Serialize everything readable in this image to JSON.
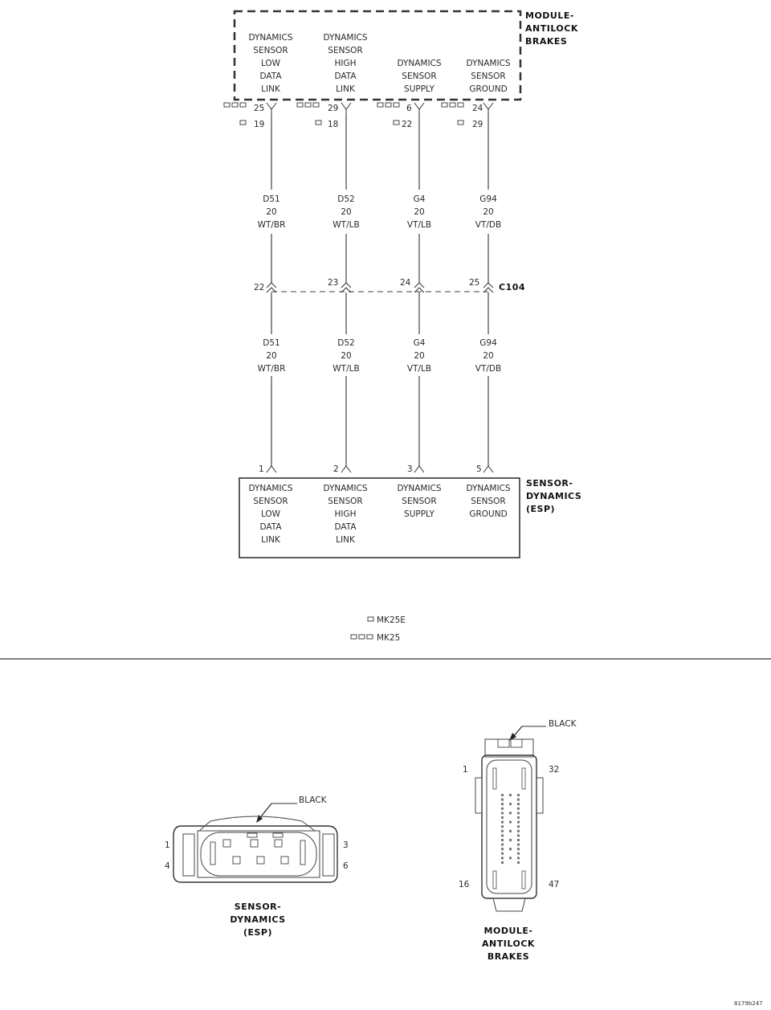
{
  "module": {
    "title": [
      "MODULE-",
      "ANTILOCK",
      "BRAKES"
    ],
    "pins": [
      {
        "label": [
          "DYNAMICS",
          "SENSOR",
          "LOW",
          "DATA",
          "LINK"
        ],
        "cav_mk25": "25",
        "cav_mk25e": "19"
      },
      {
        "label": [
          "DYNAMICS",
          "SENSOR",
          "HIGH",
          "DATA",
          "LINK"
        ],
        "cav_mk25": "29",
        "cav_mk25e": "18"
      },
      {
        "label": [
          "DYNAMICS",
          "SENSOR",
          "SUPPLY"
        ],
        "cav_mk25": "6",
        "cav_mk25e": "22"
      },
      {
        "label": [
          "DYNAMICS",
          "SENSOR",
          "GROUND"
        ],
        "cav_mk25": "24",
        "cav_mk25e": "29"
      }
    ]
  },
  "wires_upper": [
    {
      "circuit": "D51",
      "gauge": "20",
      "color": "WT/BR"
    },
    {
      "circuit": "D52",
      "gauge": "20",
      "color": "WT/LB"
    },
    {
      "circuit": "G4",
      "gauge": "20",
      "color": "VT/LB"
    },
    {
      "circuit": "G94",
      "gauge": "20",
      "color": "VT/DB"
    }
  ],
  "connector_c104": {
    "name": "C104",
    "cavities": [
      "22",
      "23",
      "24",
      "25"
    ]
  },
  "wires_lower": [
    {
      "circuit": "D51",
      "gauge": "20",
      "color": "WT/BR"
    },
    {
      "circuit": "D52",
      "gauge": "20",
      "color": "WT/LB"
    },
    {
      "circuit": "G4",
      "gauge": "20",
      "color": "VT/LB"
    },
    {
      "circuit": "G94",
      "gauge": "20",
      "color": "VT/DB"
    }
  ],
  "sensor": {
    "title": [
      "SENSOR-",
      "DYNAMICS",
      "(ESP)"
    ],
    "pins": [
      {
        "cavity": "1",
        "label": [
          "DYNAMICS",
          "SENSOR",
          "LOW",
          "DATA",
          "LINK"
        ]
      },
      {
        "cavity": "2",
        "label": [
          "DYNAMICS",
          "SENSOR",
          "HIGH",
          "DATA",
          "LINK"
        ]
      },
      {
        "cavity": "3",
        "label": [
          "DYNAMICS",
          "SENSOR",
          "SUPPLY"
        ]
      },
      {
        "cavity": "5",
        "label": [
          "DYNAMICS",
          "SENSOR",
          "GROUND"
        ]
      }
    ]
  },
  "legend": [
    {
      "symbol_count": 1,
      "label": "MK25E"
    },
    {
      "symbol_count": 3,
      "label": "MK25"
    }
  ],
  "connector_views": {
    "sensor": {
      "color_label": "BLACK",
      "pins_left": [
        "1",
        "4"
      ],
      "pins_right": [
        "3",
        "6"
      ],
      "caption": [
        "SENSOR-",
        "DYNAMICS",
        "(ESP)"
      ]
    },
    "module": {
      "color_label": "BLACK",
      "pins_top_left": "1",
      "pins_top_right": "32",
      "pins_bottom_left": "16",
      "pins_bottom_right": "47",
      "caption": [
        "MODULE-",
        "ANTILOCK",
        "BRAKES"
      ]
    }
  },
  "figure_id": "8179b247"
}
